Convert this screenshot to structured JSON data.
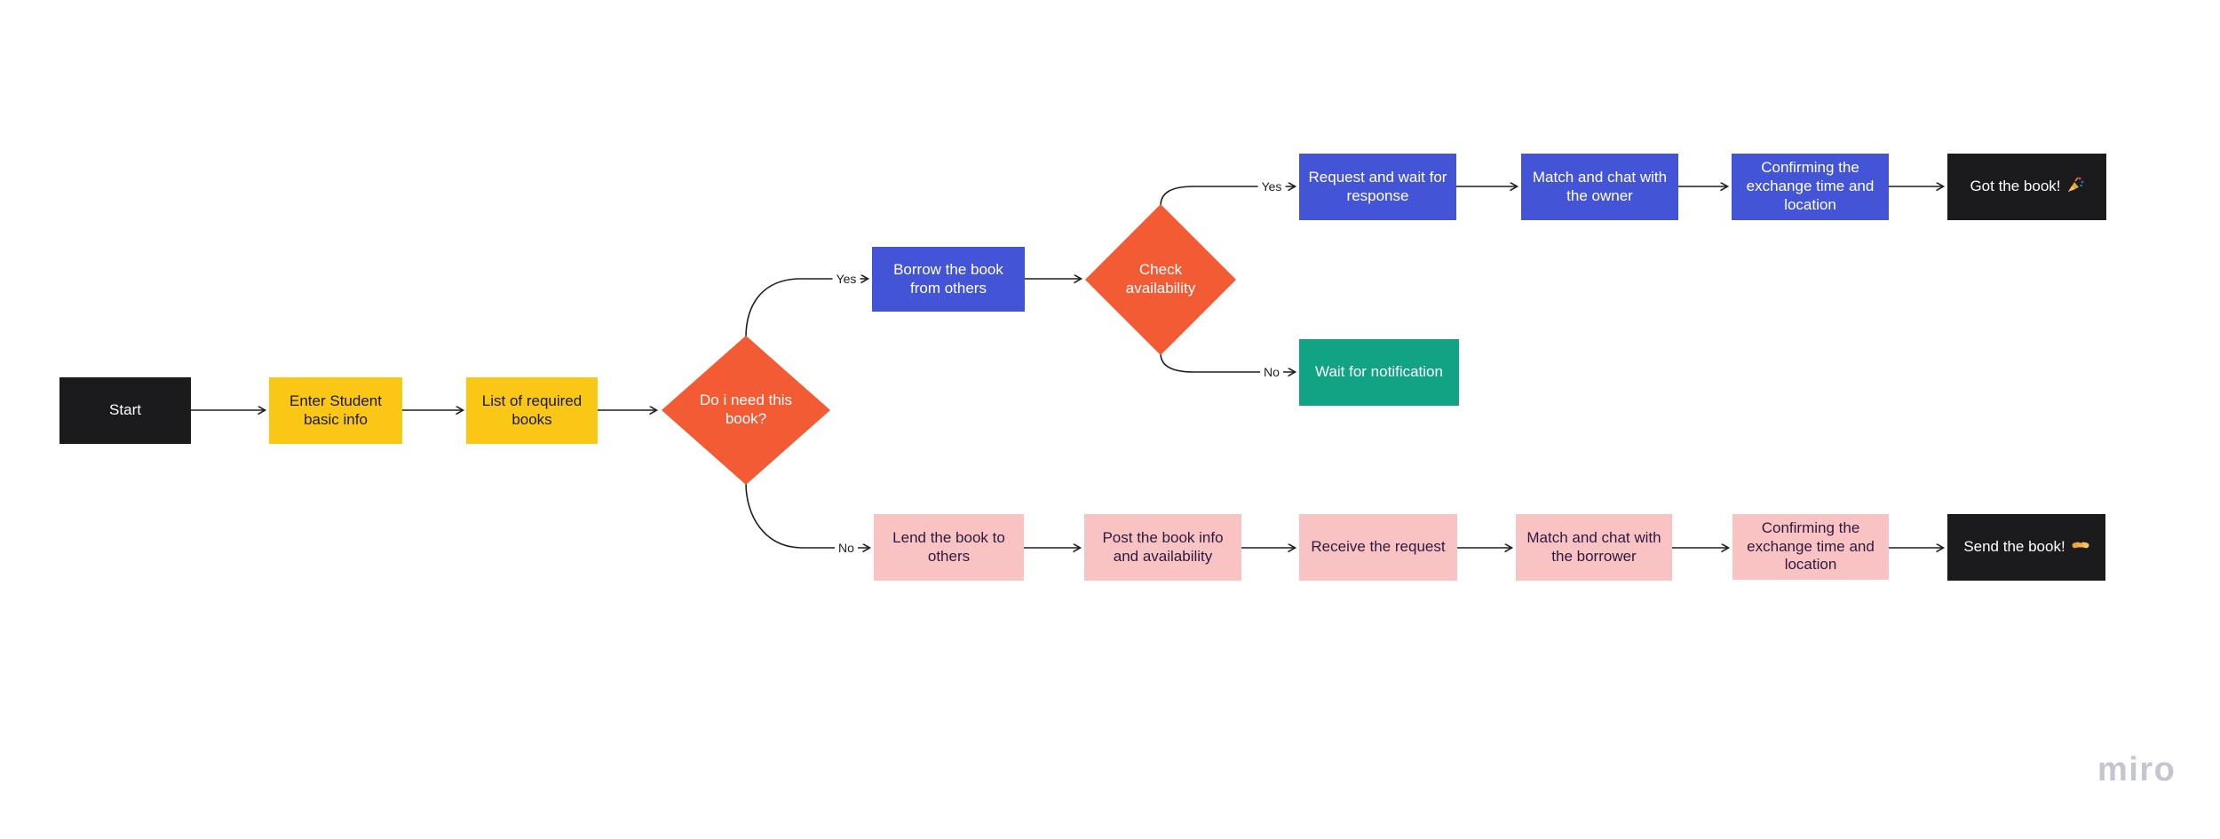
{
  "app": {
    "watermark": "miro"
  },
  "palette": {
    "black": "#1b1b1d",
    "yellow": "#fbc716",
    "orange": "#f25b33",
    "blue": "#4355d6",
    "green": "#12a384",
    "pink": "#f9c3c3",
    "pink_text": "#2e1a3e",
    "edge": "#1f1f1f",
    "watermark": "#c5c5d2"
  },
  "nodes": {
    "start": {
      "label": "Start",
      "shape": "rect",
      "color": "black"
    },
    "enter_info": {
      "label": "Enter Student basic info",
      "shape": "rect",
      "color": "yellow"
    },
    "list_books": {
      "label": "List of required books",
      "shape": "rect",
      "color": "yellow"
    },
    "need_book": {
      "label": "Do i need this book?",
      "shape": "diamond",
      "color": "orange"
    },
    "borrow": {
      "label": "Borrow the book from others",
      "shape": "rect",
      "color": "blue"
    },
    "check_availability": {
      "label": "Check availability",
      "shape": "diamond",
      "color": "orange"
    },
    "request": {
      "label": "Request and wait for response",
      "shape": "rect",
      "color": "blue"
    },
    "match_owner": {
      "label": "Match and chat with the owner",
      "shape": "rect",
      "color": "blue"
    },
    "confirm_borrow": {
      "label": "Confirming the exchange time and location",
      "shape": "rect",
      "color": "blue"
    },
    "got_book": {
      "label": "Got the book!",
      "emoji": "🎉",
      "emoji_name": "party-popper",
      "shape": "rect",
      "color": "black"
    },
    "wait_notification": {
      "label": "Wait for notification",
      "shape": "rect",
      "color": "green"
    },
    "lend": {
      "label": "Lend the book to others",
      "shape": "rect",
      "color": "pink"
    },
    "post_info": {
      "label": "Post the book info and availability",
      "shape": "rect",
      "color": "pink"
    },
    "receive_request": {
      "label": "Receive the request",
      "shape": "rect",
      "color": "pink"
    },
    "match_borrower": {
      "label": "Match and chat with the borrower",
      "shape": "rect",
      "color": "pink"
    },
    "confirm_lend": {
      "label": "Confirming the exchange time and location",
      "shape": "rect",
      "color": "pink"
    },
    "send_book": {
      "label": "Send the book!",
      "emoji": "🤝",
      "emoji_name": "handshake",
      "shape": "rect",
      "color": "black"
    }
  },
  "branch_labels": {
    "need_yes": "Yes",
    "need_no": "No",
    "avail_yes": "Yes",
    "avail_no": "No"
  },
  "edges": [
    {
      "from": "start",
      "to": "enter_info"
    },
    {
      "from": "enter_info",
      "to": "list_books"
    },
    {
      "from": "list_books",
      "to": "need_book"
    },
    {
      "from": "need_book",
      "to": "borrow",
      "label": "Yes"
    },
    {
      "from": "need_book",
      "to": "lend",
      "label": "No"
    },
    {
      "from": "borrow",
      "to": "check_availability"
    },
    {
      "from": "check_availability",
      "to": "request",
      "label": "Yes"
    },
    {
      "from": "check_availability",
      "to": "wait_notification",
      "label": "No"
    },
    {
      "from": "request",
      "to": "match_owner"
    },
    {
      "from": "match_owner",
      "to": "confirm_borrow"
    },
    {
      "from": "confirm_borrow",
      "to": "got_book"
    },
    {
      "from": "lend",
      "to": "post_info"
    },
    {
      "from": "post_info",
      "to": "receive_request"
    },
    {
      "from": "receive_request",
      "to": "match_borrower"
    },
    {
      "from": "match_borrower",
      "to": "confirm_lend"
    },
    {
      "from": "confirm_lend",
      "to": "send_book"
    }
  ]
}
